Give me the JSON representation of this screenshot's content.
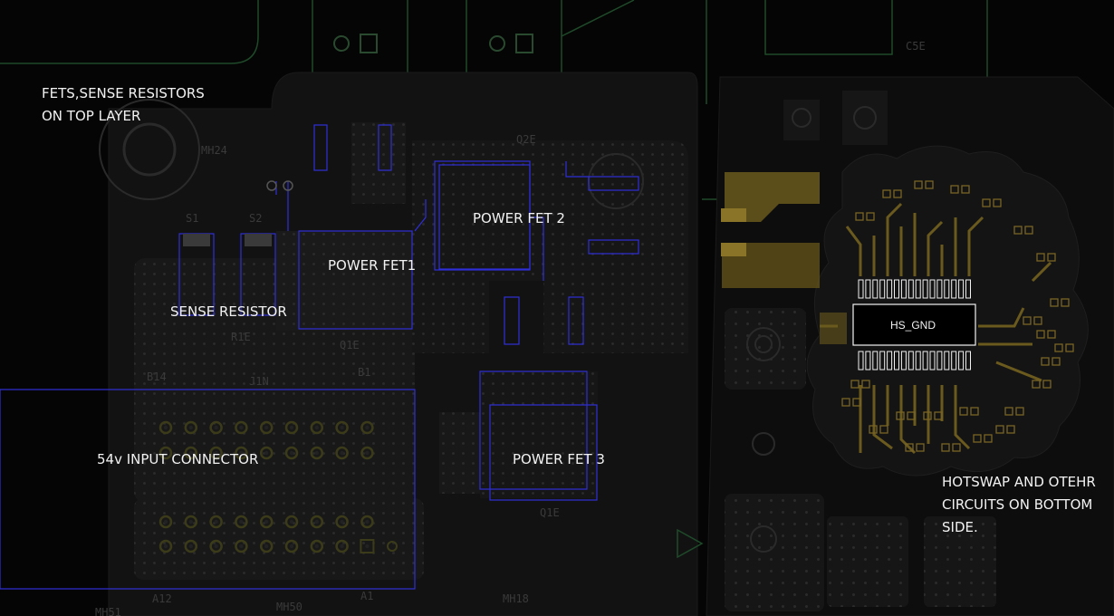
{
  "colors": {
    "background": "#050505",
    "copper_pour": "#151515",
    "via_dots": "#2c2c2c",
    "outline_green": "#1f4a2a",
    "component_blue": "#2f2fd8",
    "bottom_copper": "#6b5a1e",
    "label_white": "#f2f2f2"
  },
  "annotations": {
    "top_layer_note": "FETS,SENSE RESISTORS\nON TOP LAYER",
    "power_fet_1": "POWER FET1",
    "power_fet_2": "POWER FET 2",
    "power_fet_3": "POWER FET 3",
    "sense_resistor": "SENSE RESISTOR",
    "input_connector": "54v INPUT CONNECTOR",
    "bottom_side_note": "HOTSWAP AND OTEHR\nCIRCUITS ON BOTTOM\nSIDE."
  },
  "hotswap_ic": {
    "net_label": "HS_GND"
  },
  "connector": {
    "row_count": 4,
    "pins_per_row": 9
  }
}
